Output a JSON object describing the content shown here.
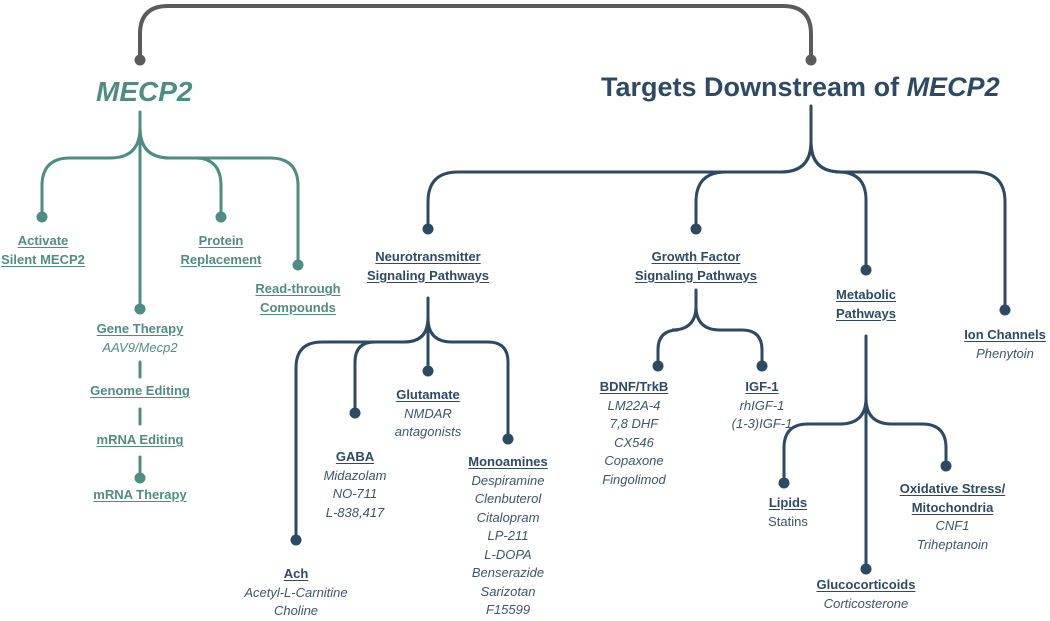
{
  "titles": {
    "mecp2": "MECP2",
    "downstream_prefix": "Targets Downstream of ",
    "downstream_gene": "MECP2"
  },
  "colors": {
    "teal": "#4f8d84",
    "navy": "#2e4a63",
    "connector_gray": "#5b5b5b"
  },
  "mecp2_branch": {
    "activate_silent": [
      "Activate",
      "Silent MECP2"
    ],
    "protein_replacement": [
      "Protein",
      "Replacement"
    ],
    "read_through": [
      "Read-through",
      "Compounds"
    ],
    "gene_therapy": {
      "label": "Gene Therapy",
      "example": "AAV9/Mecp2"
    },
    "genome_editing": "Genome Editing",
    "mrna_editing": "mRNA Editing",
    "mrna_therapy": "mRNA Therapy"
  },
  "neurotransmitter": {
    "label": [
      "Neurotransmitter",
      "Signaling Pathways"
    ],
    "ach": {
      "label": "Ach",
      "items": [
        "Acetyl-L-Carnitine",
        "Choline"
      ]
    },
    "gaba": {
      "label": "GABA",
      "items": [
        "Midazolam",
        "NO-711",
        "L-838,417"
      ]
    },
    "glutamate": {
      "label": "Glutamate",
      "items": [
        "NMDAR",
        "antagonists"
      ]
    },
    "monoamines": {
      "label": "Monoamines",
      "items": [
        "Despiramine",
        "Clenbuterol",
        "Citalopram",
        "LP-211",
        "L-DOPA",
        "Benserazide",
        "Sarizotan",
        "F15599"
      ]
    }
  },
  "growth_factor": {
    "label": [
      "Growth Factor",
      "Signaling Pathways"
    ],
    "bdnf": {
      "label": "BDNF/TrkB",
      "items": [
        "LM22A-4",
        "7,8 DHF",
        "CX546",
        "Copaxone",
        "Fingolimod"
      ]
    },
    "igf1": {
      "label": "IGF-1",
      "items": [
        "rhIGF-1",
        "(1-3)IGF-1"
      ]
    }
  },
  "metabolic": {
    "label": [
      "Metabolic",
      "Pathways"
    ],
    "lipids": {
      "label": "Lipids",
      "items": [
        "Statins"
      ]
    },
    "oxidative": {
      "label": [
        "Oxidative Stress/",
        "Mitochondria"
      ],
      "items": [
        "CNF1",
        "Triheptanoin"
      ]
    },
    "glucocorticoids": {
      "label": "Glucocorticoids",
      "items": [
        "Corticosterone"
      ]
    }
  },
  "ion_channels": {
    "label": "Ion Channels",
    "items": [
      "Phenytoin"
    ]
  }
}
